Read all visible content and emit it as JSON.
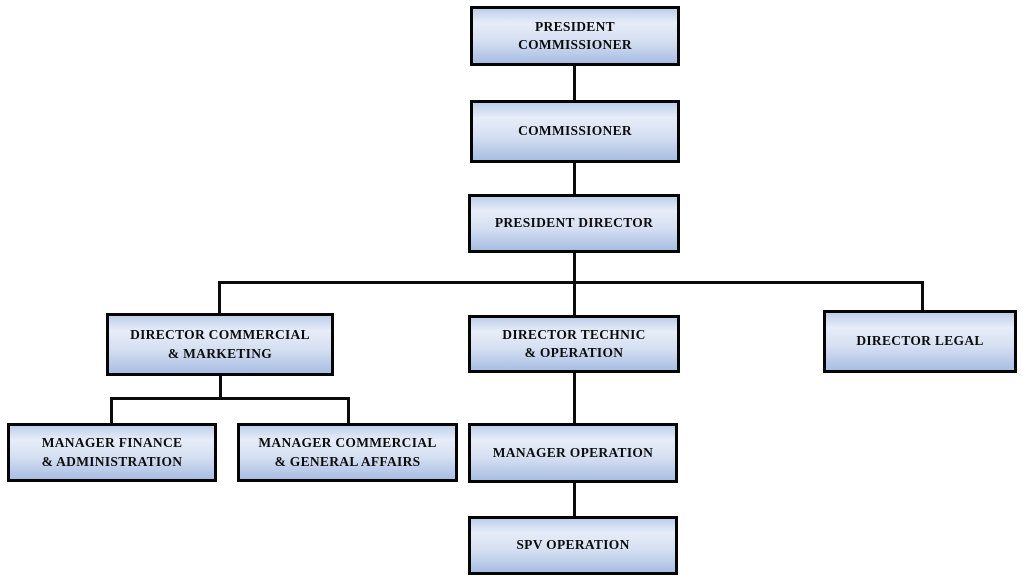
{
  "diagram": {
    "type": "org-chart",
    "colors": {
      "background": "#ffffff",
      "box_gradient_top": "#becfea",
      "box_gradient_light": "#e7edf8",
      "box_gradient_bottom": "#a8bee3",
      "box_border": "#050505",
      "connector": "#0b0b0b",
      "text": "#0d0d0d"
    },
    "nodes": {
      "president_commissioner": {
        "lines": [
          "PRESIDENT",
          "COMMISSIONER"
        ]
      },
      "commissioner": {
        "lines": [
          "COMMISSIONER"
        ]
      },
      "president_director": {
        "lines": [
          "PRESIDENT DIRECTOR"
        ]
      },
      "director_commercial": {
        "lines": [
          "DIRECTOR COMMERCIAL",
          "& MARKETING"
        ]
      },
      "director_technic": {
        "lines": [
          "DIRECTOR TECHNIC",
          "& OPERATION"
        ]
      },
      "director_legal": {
        "lines": [
          "DIRECTOR LEGAL"
        ]
      },
      "manager_finance": {
        "lines": [
          "MANAGER FINANCE",
          "& ADMINISTRATION"
        ]
      },
      "manager_commercial": {
        "lines": [
          "MANAGER COMMERCIAL",
          "& GENERAL AFFAIRS"
        ]
      },
      "manager_operation": {
        "lines": [
          "MANAGER OPERATION"
        ]
      },
      "spv_operation": {
        "lines": [
          "SPV OPERATION"
        ]
      }
    },
    "edges": [
      {
        "from": "president_commissioner",
        "to": "commissioner"
      },
      {
        "from": "commissioner",
        "to": "president_director"
      },
      {
        "from": "president_director",
        "to": "director_commercial"
      },
      {
        "from": "president_director",
        "to": "director_technic"
      },
      {
        "from": "president_director",
        "to": "director_legal"
      },
      {
        "from": "director_commercial",
        "to": "manager_finance"
      },
      {
        "from": "director_commercial",
        "to": "manager_commercial"
      },
      {
        "from": "director_technic",
        "to": "manager_operation"
      },
      {
        "from": "manager_operation",
        "to": "spv_operation"
      }
    ]
  }
}
